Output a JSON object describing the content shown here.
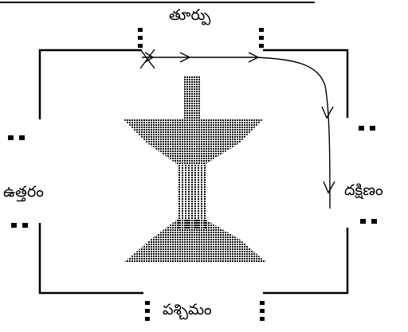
{
  "directions": {
    "top": "తూర్పు",
    "bottom": "పశ్చిమం",
    "left": "ఉత్తరం",
    "right": "దక్షిణం"
  },
  "colors": {
    "ink": "#000000",
    "background": "#ffffff"
  }
}
